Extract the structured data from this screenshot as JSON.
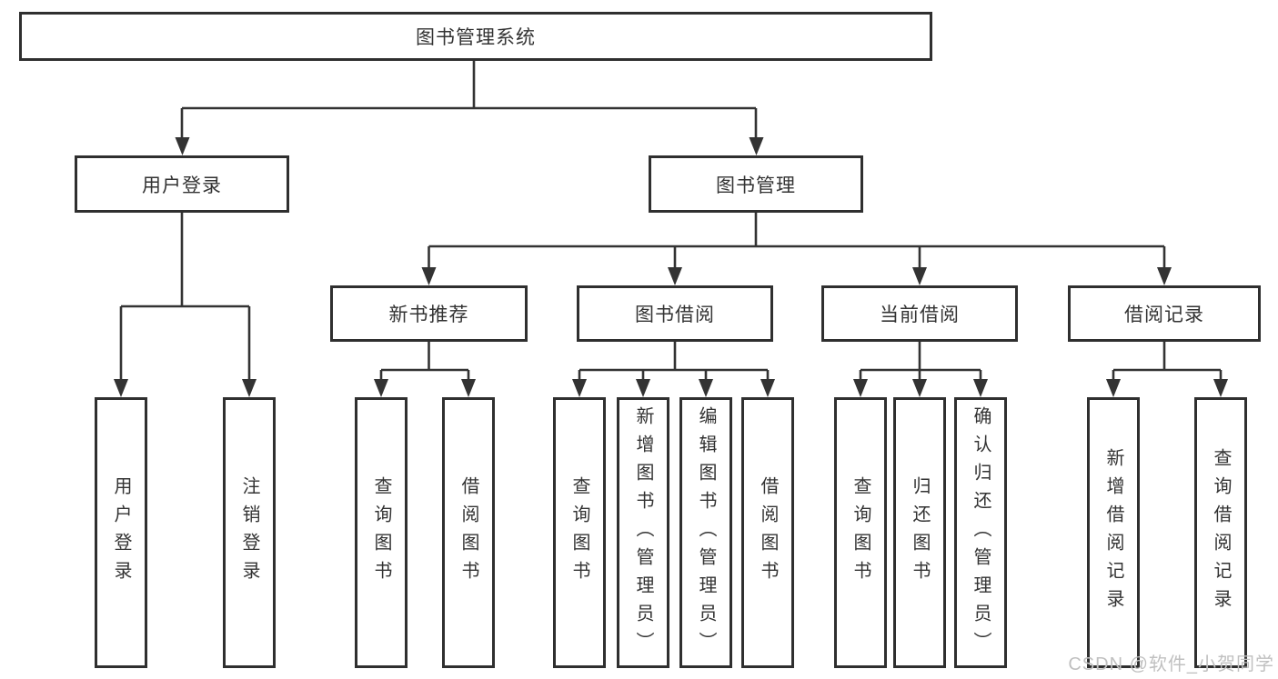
{
  "colors": {
    "line": "#333333",
    "box_border": "#2f2f2f",
    "text": "#333333",
    "background": "#ffffff",
    "watermark": "#c0c0c0"
  },
  "root": {
    "label": "图书管理系统"
  },
  "branches": [
    {
      "label": "用户登录",
      "leaves": [
        "用户登录",
        "注销登录"
      ]
    },
    {
      "label": "图书管理",
      "sections": [
        {
          "label": "新书推荐",
          "leaves": [
            "查询图书",
            "借阅图书"
          ]
        },
        {
          "label": "图书借阅",
          "leaves": [
            "查询图书",
            "新增图书（管理员）",
            "编辑图书（管理员）",
            "借阅图书"
          ]
        },
        {
          "label": "当前借阅",
          "leaves": [
            "查询图书",
            "归还图书",
            "确认归还（管理员）"
          ]
        },
        {
          "label": "借阅记录",
          "leaves": [
            "新增借阅记录",
            "查询借阅记录"
          ]
        }
      ]
    }
  ],
  "watermark": "CSDN @软件_小贺同学"
}
